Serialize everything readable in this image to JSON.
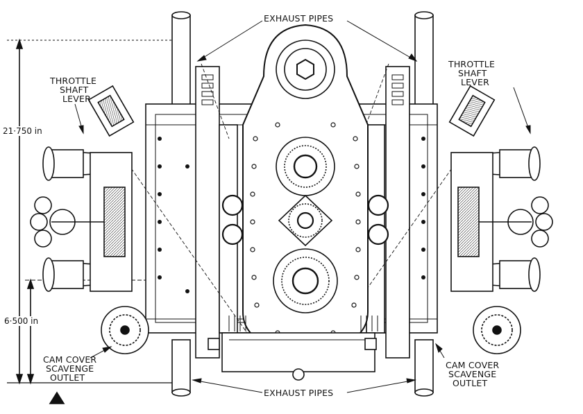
{
  "labels": {
    "exhaust_pipes_top": "EXHAUST PIPES",
    "exhaust_pipes_bottom": "EXHAUST PIPES",
    "throttle_left": [
      "THROTTLE",
      "SHAFT",
      "LEVER"
    ],
    "throttle_right": [
      "THROTTLE",
      "SHAFT",
      "LEVER"
    ],
    "cam_cover_left": [
      "CAM COVER",
      "SCAVENGE",
      "OUTLET"
    ],
    "cam_cover_right": [
      "CAM COVER",
      "SCAVENGE",
      "OUTLET"
    ]
  },
  "dimensions": {
    "overall_height": "21·750 in",
    "lower_height": "6·500 in"
  },
  "colors": {
    "ink": "#111111",
    "paper": "#ffffff",
    "shade": "#d9d9d9"
  }
}
